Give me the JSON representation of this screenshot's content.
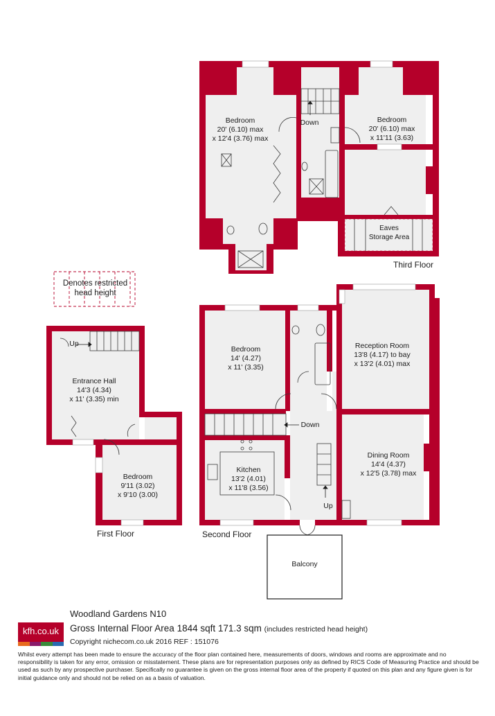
{
  "colors": {
    "wall": "#b5002a",
    "floor_fill": "#efefef",
    "ink": "#1a1a1a"
  },
  "legend": {
    "text": "Denotes restricted head height"
  },
  "third_floor": {
    "title": "Third Floor",
    "bedroom_left": {
      "name": "Bedroom",
      "dim1": "20' (6.10) max",
      "dim2": "x 12'4 (3.76) max"
    },
    "bedroom_right": {
      "name": "Bedroom",
      "dim1": "20' (6.10) max",
      "dim2": "x 11'11 (3.63)"
    },
    "down_label": "Down",
    "eaves": {
      "line1": "Eaves",
      "line2": "Storage Area"
    }
  },
  "first_floor": {
    "title": "First Floor",
    "up_label": "Up",
    "entrance_hall": {
      "name": "Entrance Hall",
      "dim1": "14'3 (4.34)",
      "dim2": "x 11' (3.35) min"
    },
    "bedroom": {
      "name": "Bedroom",
      "dim1": "9'11 (3.02)",
      "dim2": "x 9'10 (3.00)"
    }
  },
  "second_floor": {
    "title": "Second Floor",
    "bedroom": {
      "name": "Bedroom",
      "dim1": "14' (4.27)",
      "dim2": "x 11' (3.35)"
    },
    "reception": {
      "name": "Reception Room",
      "dim1": "13'8 (4.17) to bay",
      "dim2": "x 13'2 (4.01) max"
    },
    "kitchen": {
      "name": "Kitchen",
      "dim1": "13'2 (4.01)",
      "dim2": "x 11'8 (3.56)"
    },
    "dining": {
      "name": "Dining Room",
      "dim1": "14'4 (4.37)",
      "dim2": "x 12'5 (3.78) max"
    },
    "down_label": "Down",
    "up_label": "Up",
    "balcony": "Balcony"
  },
  "footer": {
    "logo": "kfh.co.uk",
    "logo_bar_colors": [
      "#e86a1e",
      "#8a1a6a",
      "#3a8a3a",
      "#2a6ab0"
    ],
    "address": "Woodland Gardens  N10",
    "area_main": "Gross Internal Floor Area 1844 sqft 171.3 sqm",
    "area_note": "(includes restricted head height)",
    "copyright": "Copyright nichecom.co.uk 2016 REF : 151076",
    "disclaimer": "Whilst every attempt has been made to ensure the accuracy of the floor plan contained here, measurements of doors, windows and rooms are approximate and no responsibility is taken for any error, omission or misstatement. These plans are for representation purposes only as defined by RICS Code of Measuring Practice and should be used as such by any prospective purchaser. Specifically no guarantee is given on the gross internal floor area of the property if quoted on this plan and any figure given is for initial guidance only and should not be relied on as a basis of valuation."
  }
}
